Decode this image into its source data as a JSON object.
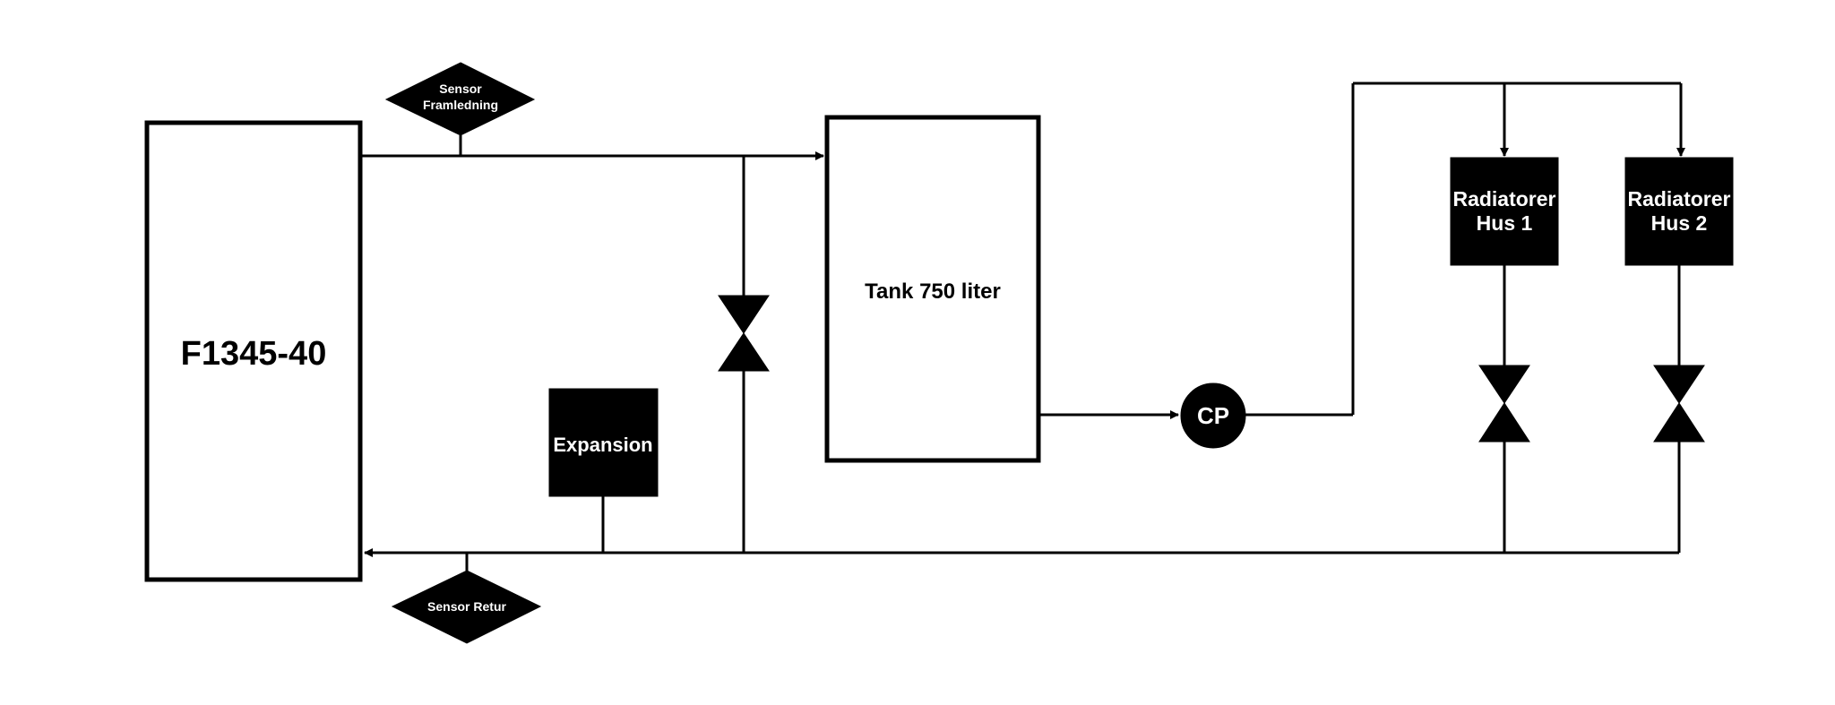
{
  "diagram": {
    "type": "heating-system-schematic",
    "colors": {
      "background": "#ffffff",
      "stroke": "#000000",
      "filled_node": "#000000",
      "filled_text": "#ffffff"
    },
    "nodes": {
      "heat_pump": {
        "label": "F1345-40",
        "shape": "outlined-rectangle"
      },
      "sensor_supply": {
        "label_lines": [
          "Sensor",
          "Framledning"
        ],
        "shape": "diamond"
      },
      "sensor_return": {
        "label": "Sensor Retur",
        "shape": "diamond"
      },
      "expansion": {
        "label": "Expansion",
        "shape": "filled-rectangle"
      },
      "bypass_valve": {
        "label": "",
        "shape": "valve"
      },
      "tank": {
        "label": "Tank 750 liter",
        "shape": "outlined-rectangle"
      },
      "circulation_pump": {
        "label": "CP",
        "shape": "circle"
      },
      "radiator_1": {
        "label_lines": [
          "Radiatorer",
          "Hus 1"
        ],
        "shape": "filled-rectangle"
      },
      "radiator_2": {
        "label_lines": [
          "Radiatorer",
          "Hus 2"
        ],
        "shape": "filled-rectangle"
      },
      "valve_hus_1": {
        "label": "",
        "shape": "valve"
      },
      "valve_hus_2": {
        "label": "",
        "shape": "valve"
      }
    },
    "connections": [
      {
        "from": "F1345-40",
        "to": "Tank 750 liter",
        "arrow": true,
        "note": "supply line with Sensor Framledning"
      },
      {
        "from": "supply line",
        "to": "return line",
        "via": "bypass valve",
        "arrow": false
      },
      {
        "from": "Tank 750 liter",
        "to": "CP",
        "arrow": true
      },
      {
        "from": "CP",
        "to": "Radiatorer Hus 1",
        "arrow": true
      },
      {
        "from": "CP",
        "to": "Radiatorer Hus 2",
        "arrow": true
      },
      {
        "from": "Radiatorer Hus 1",
        "to": "return line",
        "via": "valve",
        "arrow": false
      },
      {
        "from": "Radiatorer Hus 2",
        "to": "return line",
        "via": "valve",
        "arrow": false
      },
      {
        "from": "Expansion",
        "to": "return line",
        "arrow": false
      },
      {
        "from": "return line",
        "to": "F1345-40",
        "arrow": true,
        "note": "return line with Sensor Retur"
      }
    ]
  }
}
